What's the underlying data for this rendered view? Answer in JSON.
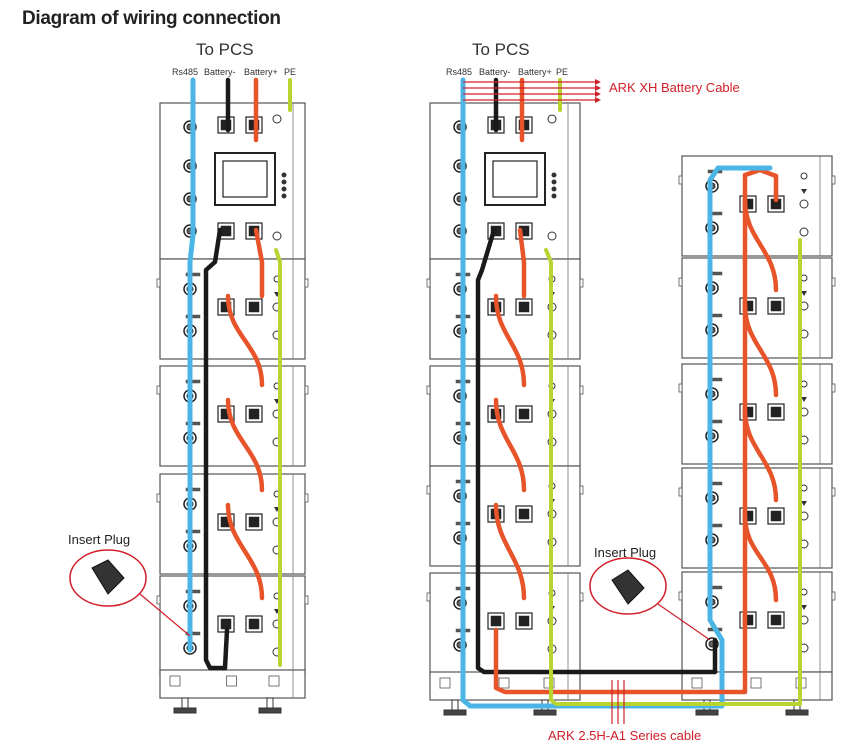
{
  "title": "Diagram of wiring connection",
  "left_diagram": {
    "to_pcs": "To PCS",
    "terminals": [
      "Rs485",
      "Battery-",
      "Battery+",
      "PE"
    ],
    "insert_plug": "Insert Plug"
  },
  "right_diagram": {
    "to_pcs": "To PCS",
    "terminals": [
      "Rs485",
      "Battery-",
      "Battery+",
      "PE"
    ],
    "insert_plug": "Insert Plug",
    "xh_cable": "ARK XH Battery Cable",
    "series_cable": "ARK 2.5H-A1 Series cable"
  },
  "colors": {
    "rs485": "#4bb6e6",
    "negative": "#1a1a1a",
    "positive": "#e8542a",
    "pe": "#b7d431",
    "annotation": "#d0202a"
  }
}
